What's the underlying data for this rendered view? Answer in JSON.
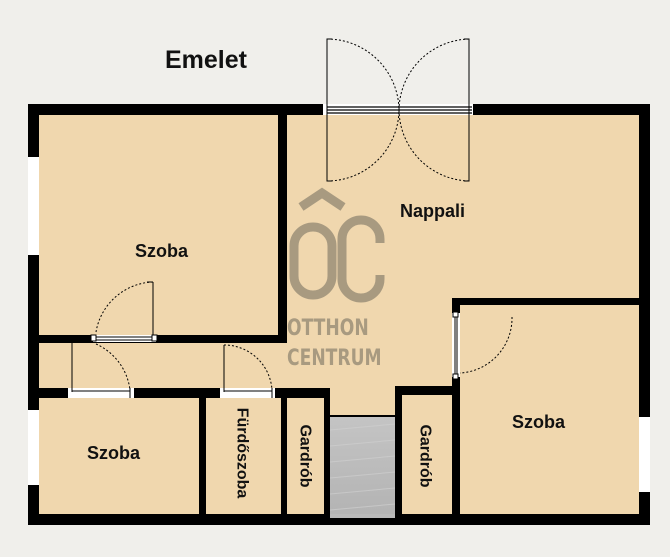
{
  "floor_title": "Emelet",
  "rooms": [
    {
      "id": "szoba-top-left",
      "label": "Szoba"
    },
    {
      "id": "nappali",
      "label": "Nappali"
    },
    {
      "id": "szoba-bottom-left",
      "label": "Szoba"
    },
    {
      "id": "furdoszoba",
      "label": "Fürdőszoba"
    },
    {
      "id": "gardrob-1",
      "label": "Gardrób"
    },
    {
      "id": "gardrob-2",
      "label": "Gardrób"
    },
    {
      "id": "szoba-right",
      "label": "Szoba"
    }
  ],
  "watermark": {
    "mark": "ÔC",
    "line1": "OTTHON",
    "line2": "CENTRUM"
  },
  "colors": {
    "floor": "#f0d7ae",
    "wall": "#000000",
    "background": "#f0efeb",
    "stairs": "#b9b9b9",
    "watermark": "#a89a80"
  }
}
